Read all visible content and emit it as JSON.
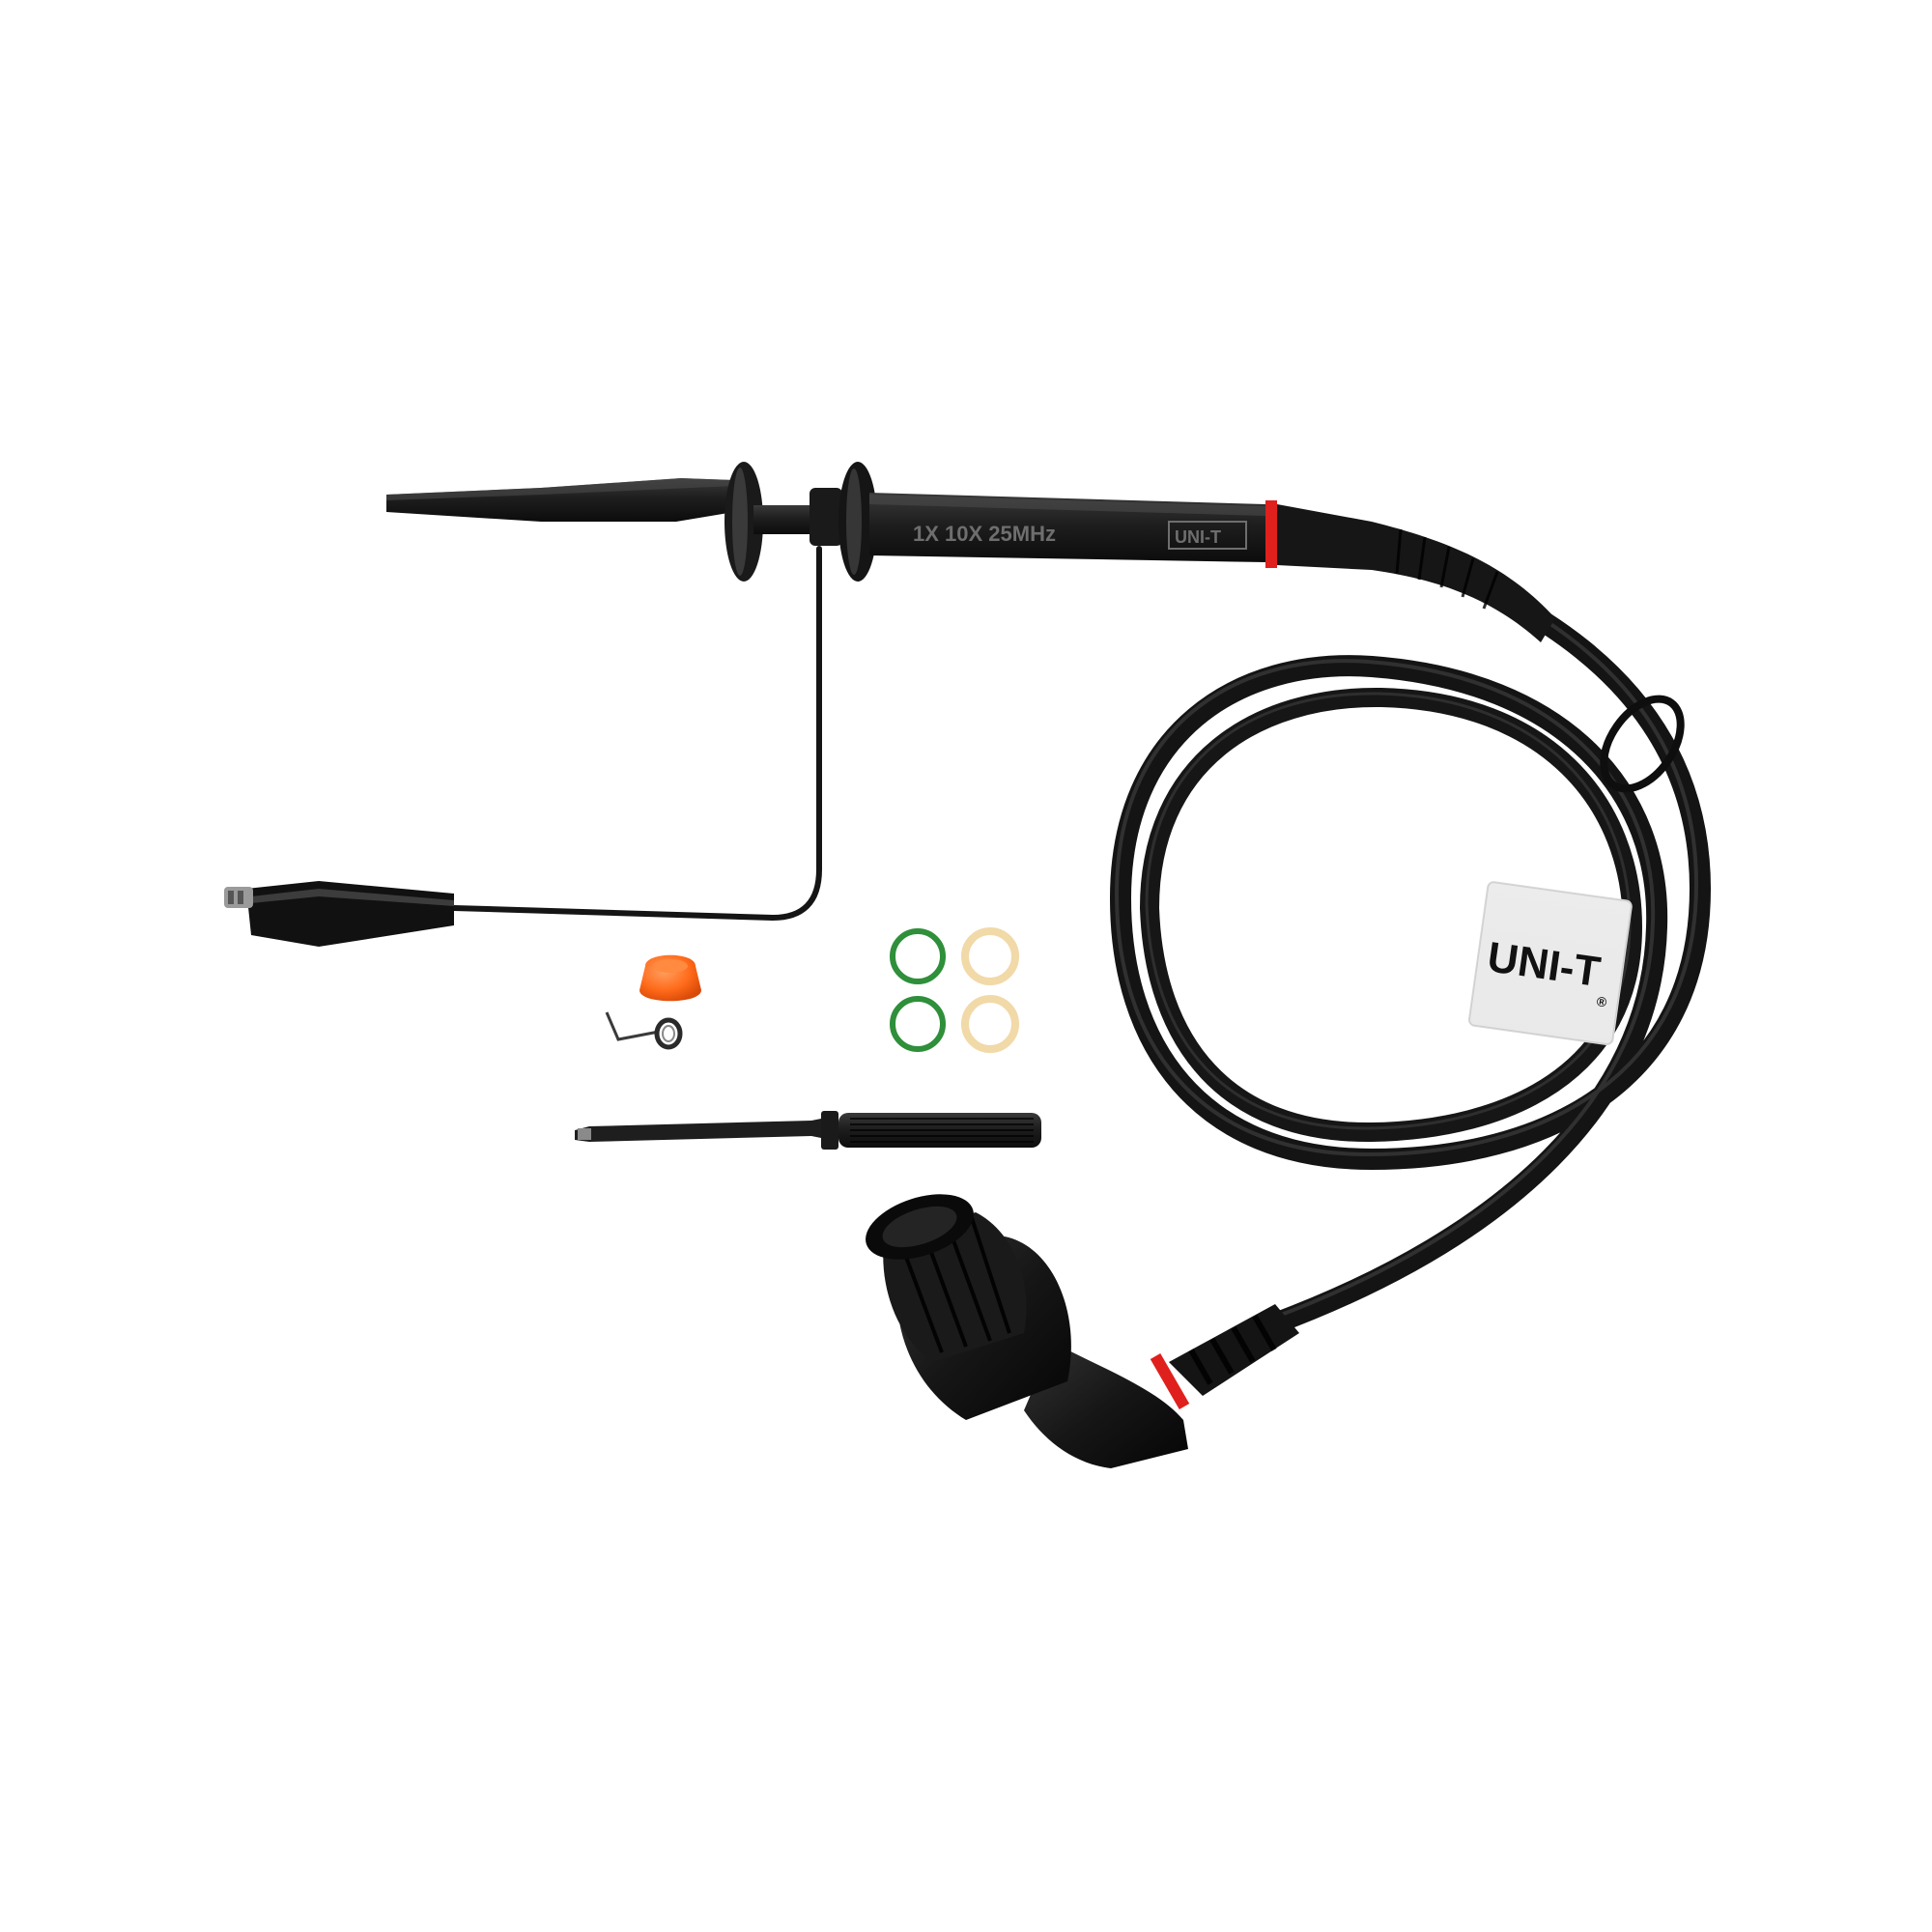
{
  "product_photo": {
    "brand_label": "UNI-T",
    "registered_mark": "®",
    "probe_body_print": "1X 10X 25MHz",
    "probe_body_brand": "UNI-T"
  },
  "colors": {
    "background": "#ffffff",
    "probe_black": "#1c1c1c",
    "cable_black": "#141414",
    "accent_red": "#e0201c",
    "orange_cap": "#ff6a1a",
    "green_ring": "#2f8f3a",
    "beige_ring": "#f1d9a8",
    "label_white": "#f5f5f5",
    "print_gray": "#6e6e6e"
  },
  "items": [
    "probe-body",
    "probe-hook-tip-cover",
    "ground-lead-alligator-clip",
    "coiled-cable",
    "bnc-right-angle-connector",
    "cable-label-tag",
    "orange-insulating-cap",
    "ground-spring",
    "green-color-rings",
    "beige-color-rings",
    "adjustment-tool"
  ]
}
